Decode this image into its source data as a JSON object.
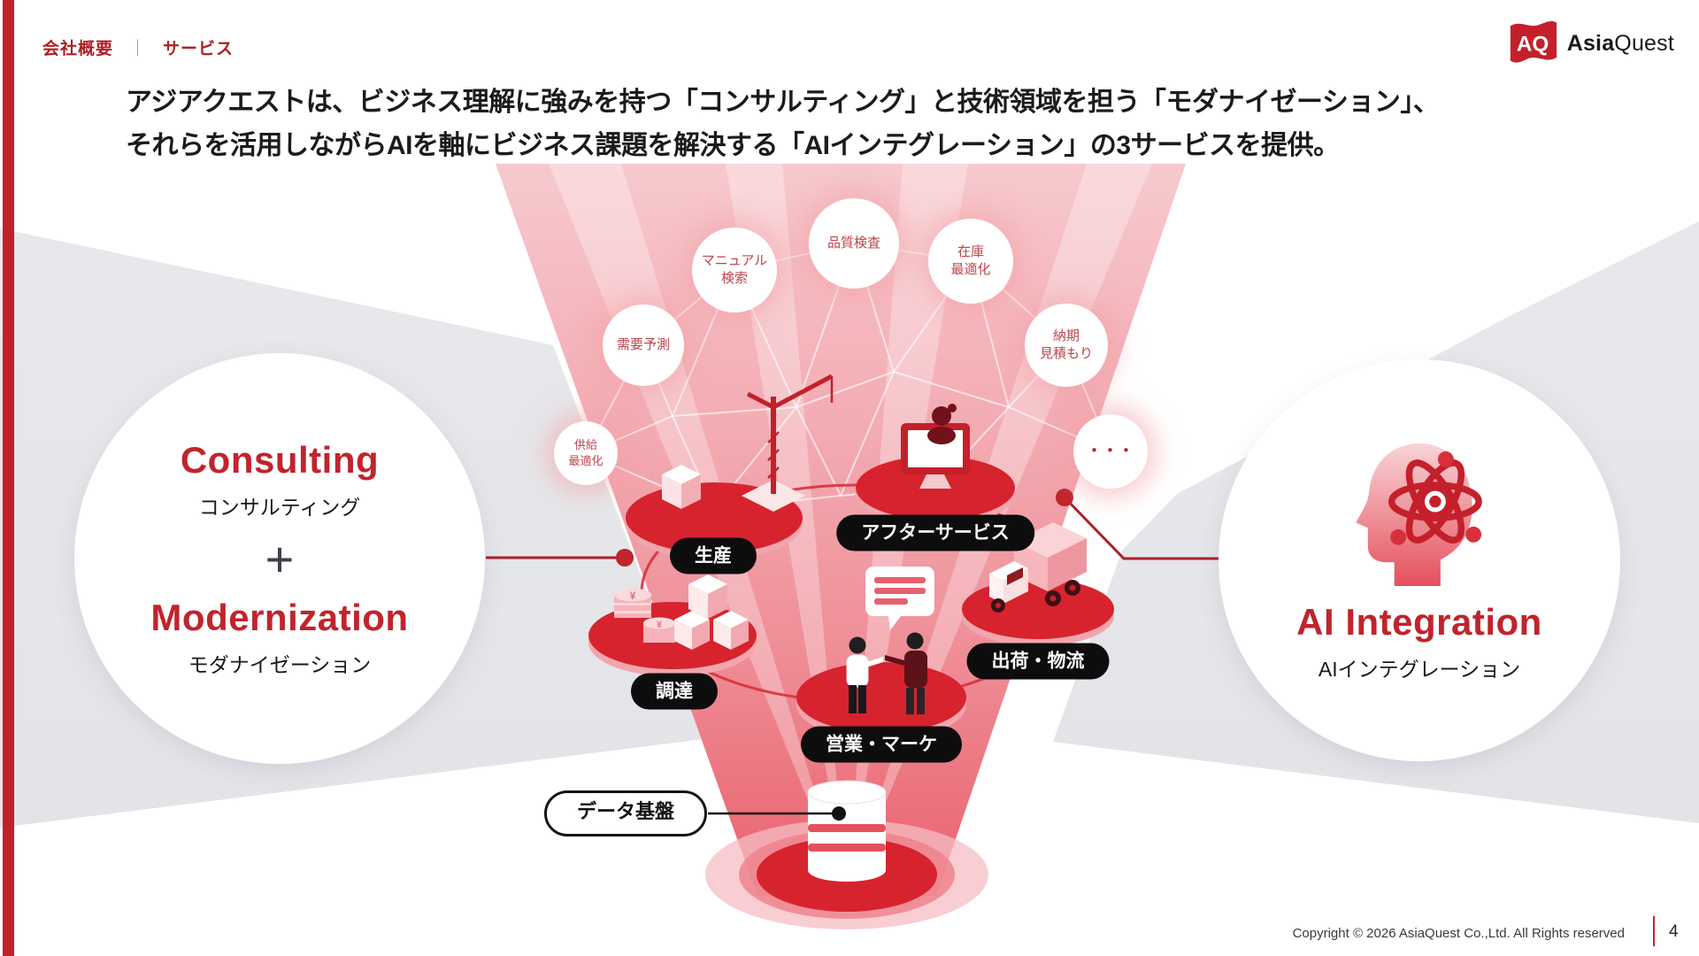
{
  "header": {
    "breadcrumb": {
      "item1": "会社概要",
      "separator": "｜",
      "item2": "サービス"
    },
    "logo": {
      "monogram": "AQ",
      "brand_bold": "Asia",
      "brand_light": "Quest"
    }
  },
  "headline": {
    "line1": "アジアクエストは、ビジネス理解に強みを持つ「コンサルティング」と技術領域を担う「モダナイゼーション」、",
    "line2": "それらを活用しながらAIを軸にビジネス課題を解決する「AIインテグレーション」の3サービスを提供。"
  },
  "services": {
    "left": {
      "title1_en": "Consulting",
      "title1_ja": "コンサルティング",
      "plus": "+",
      "title2_en": "Modernization",
      "title2_ja": "モダナイゼーション"
    },
    "right": {
      "title_en": "AI Integration",
      "title_ja": "AIインテグレーション"
    }
  },
  "diagram": {
    "ai_nodes": [
      {
        "line1": "需要予測"
      },
      {
        "line1": "マニュアル",
        "line2": "検索"
      },
      {
        "line1": "品質検査"
      },
      {
        "line1": "在庫",
        "line2": "最適化"
      },
      {
        "line1": "納期",
        "line2": "見積もり"
      },
      {
        "line1": "供給",
        "line2": "最適化"
      },
      {
        "line1": "・・・"
      }
    ],
    "process_labels": [
      "生産",
      "アフターサービス",
      "調達",
      "出荷・物流",
      "営業・マーケ"
    ],
    "data_platform_label": "データ基盤"
  },
  "footer": {
    "copyright": "Copyright © 2026 AsiaQuest Co.,Ltd. All Rights reserved",
    "page_number": "4"
  },
  "colors": {
    "brand_red": "#C4202B",
    "platform_red": "#D7232E",
    "beam_pink": "#F3ABB2",
    "gray_band": "#E7E8EB",
    "pill_black": "#0D0D0D"
  }
}
